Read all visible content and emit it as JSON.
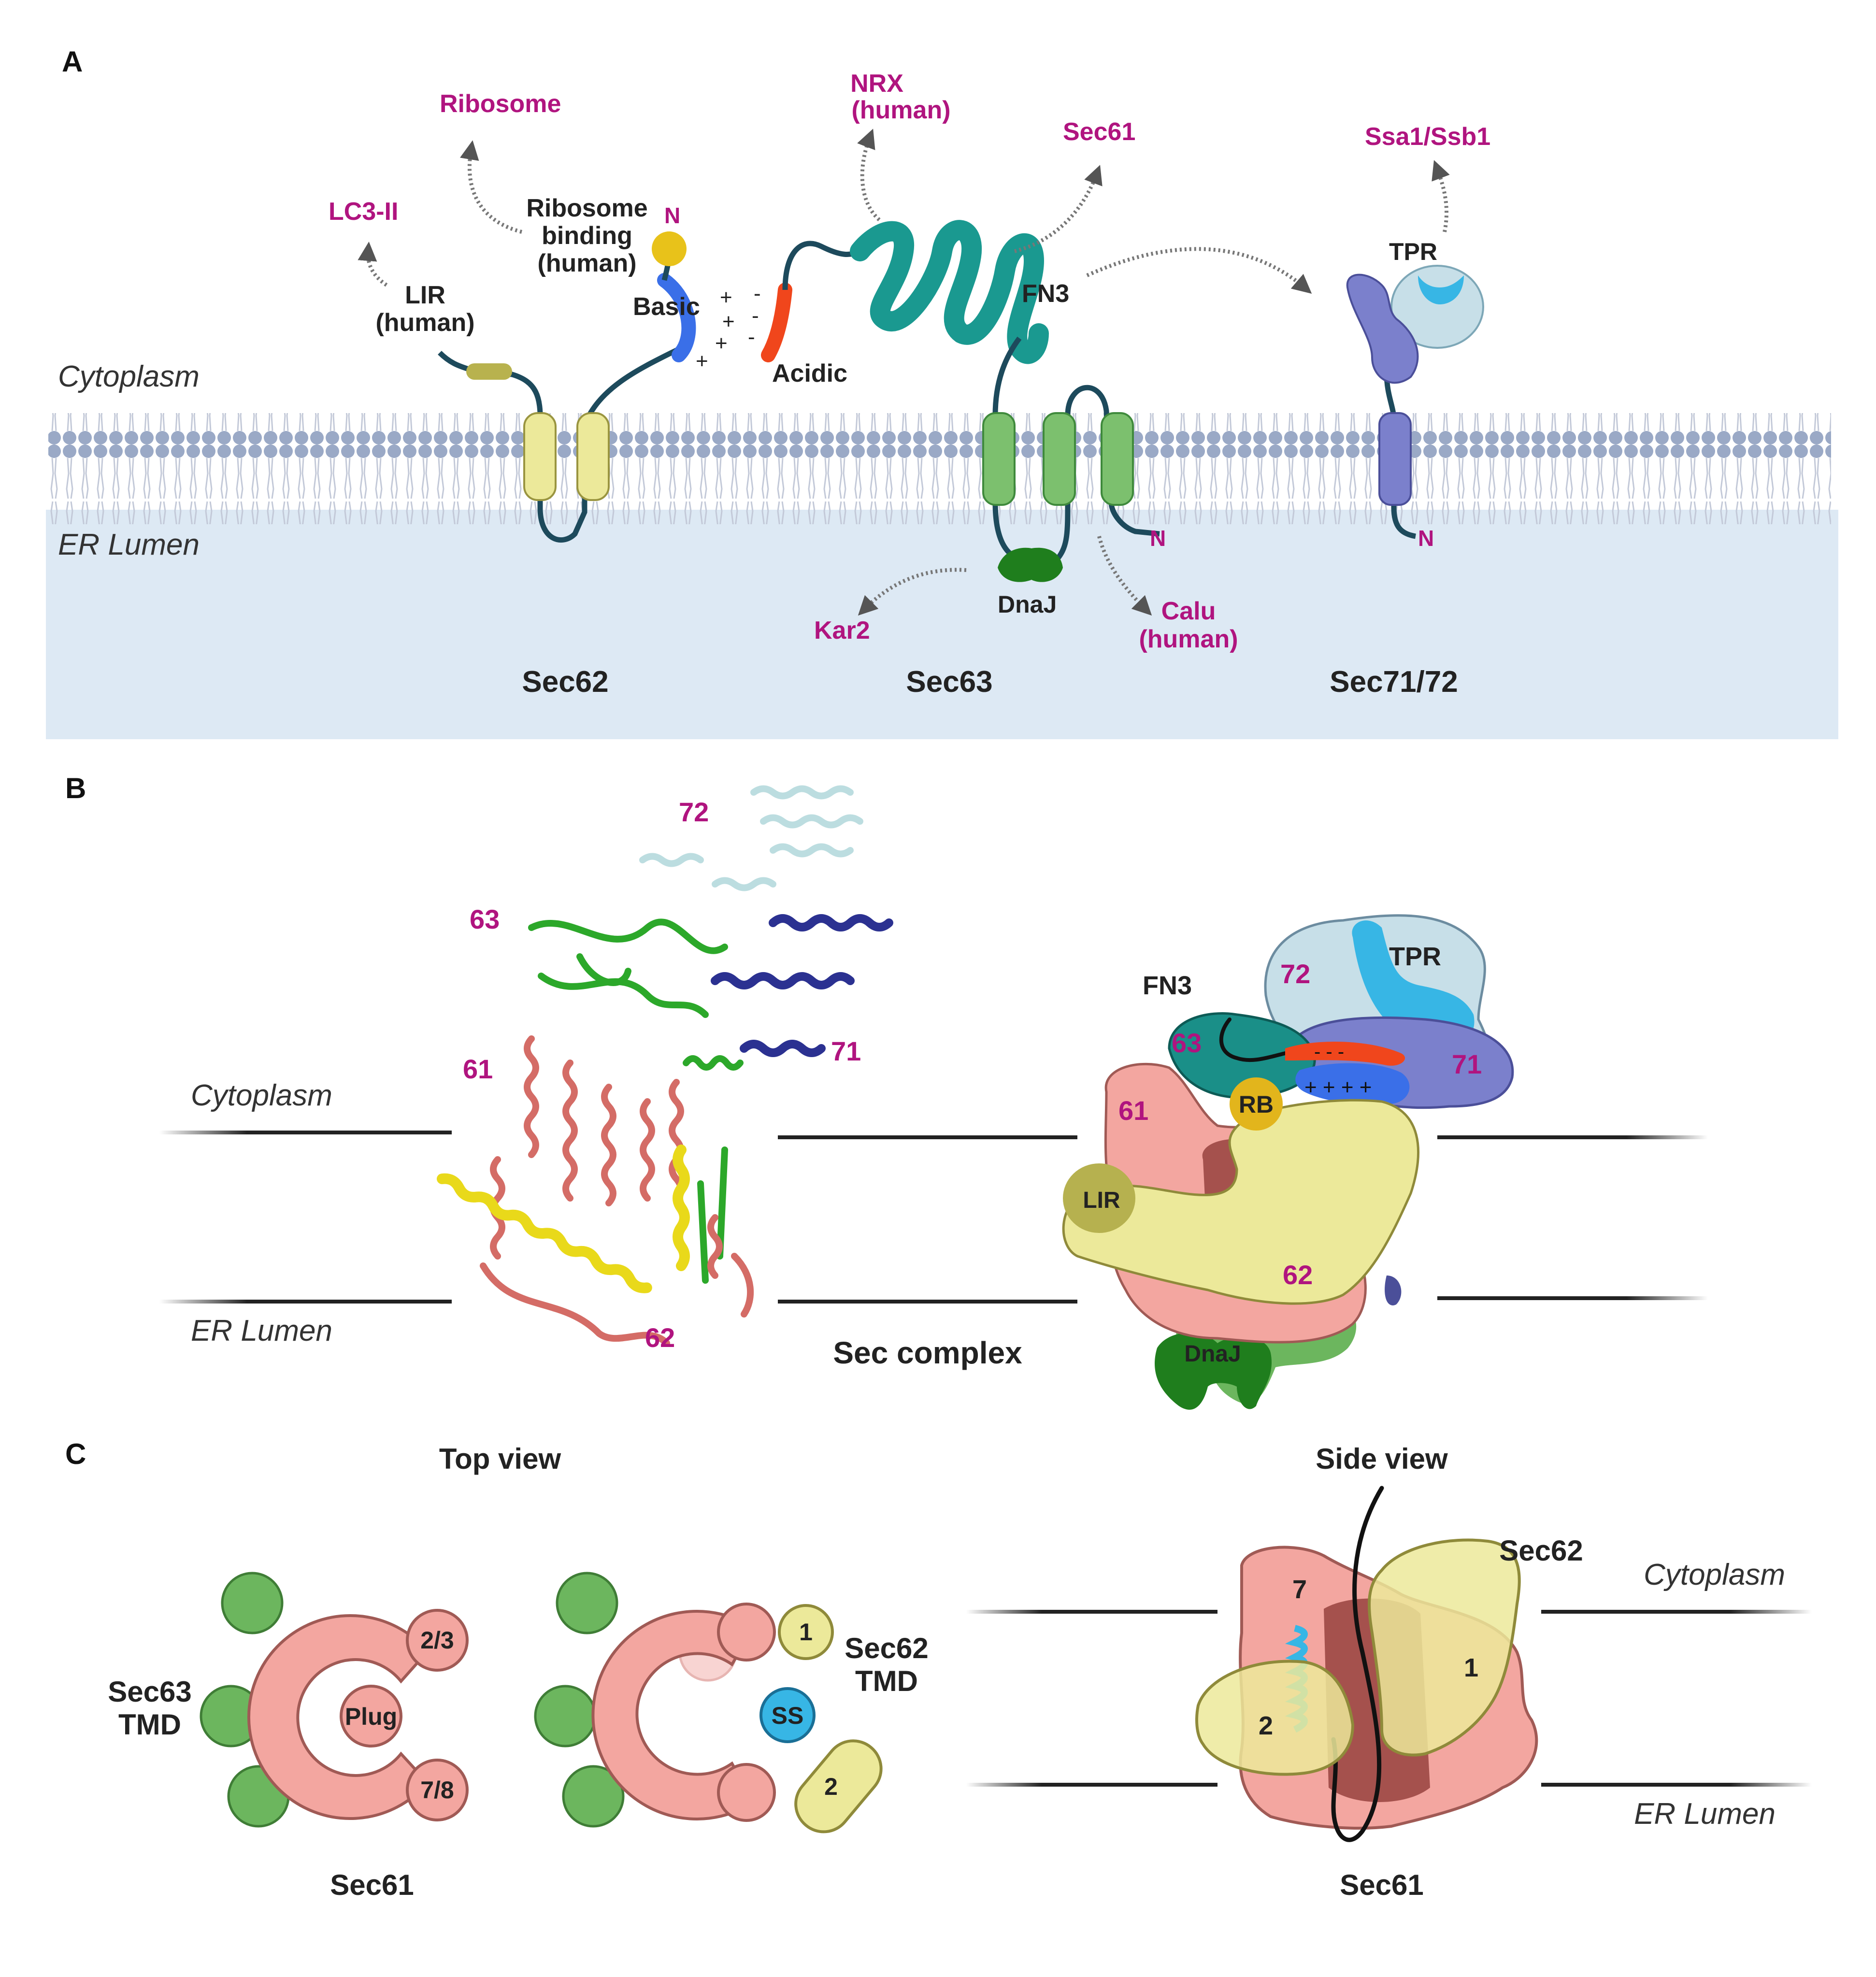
{
  "panel_a": {
    "letter": "A",
    "cytoplasm": "Cytoplasm",
    "er_lumen": "ER Lumen",
    "ribosome": "Ribosome",
    "lc3": "LC3-II",
    "nrx": "NRX",
    "nrx_human": "(human)",
    "sec61": "Sec61",
    "ssa": "Ssa1/Ssb1",
    "rb_line1": "Ribosome",
    "rb_line2": "binding",
    "rb_line3": "(human)",
    "lir": "LIR",
    "lir_human": "(human)",
    "basic": "Basic",
    "acidic": "Acidic",
    "fn3": "FN3",
    "tpr": "TPR",
    "n_term": "N",
    "dnaj": "DnaJ",
    "kar2": "Kar2",
    "calu": "Calu",
    "calu_human": "(human)",
    "sec62": "Sec62",
    "sec63": "Sec63",
    "sec7172": "Sec71/72"
  },
  "panel_b": {
    "letter": "B",
    "cytoplasm": "Cytoplasm",
    "er_lumen": "ER Lumen",
    "n72": "72",
    "n63": "63",
    "n61": "61",
    "n71": "71",
    "n62": "62",
    "sec_complex": "Sec complex",
    "fn3": "FN3",
    "tpr": "TPR",
    "rb": "RB",
    "lir": "LIR",
    "dnaj": "DnaJ"
  },
  "panel_c": {
    "letter": "C",
    "top_view": "Top view",
    "side_view": "Side view",
    "sec63": "Sec63",
    "tmd": "TMD",
    "plug": "Plug",
    "h23": "2/3",
    "h78": "7/8",
    "sec61": "Sec61",
    "one": "1",
    "two": "2",
    "ss": "SS",
    "sec62": "Sec62",
    "seven": "7",
    "cytoplasm": "Cytoplasm",
    "er_lumen": "ER Lumen"
  },
  "colors": {
    "magenta": "#b0147f",
    "sec62_yellow": "#ece99a",
    "sec63_green": "#7cc06e",
    "sec61_pink": "#f3a6a0",
    "sec71_purple": "#7b80cc",
    "sec72_lightblue": "#c7dfe8",
    "tpr_cyan": "#37b6e5",
    "fn3_teal": "#1a9990",
    "basic_blue": "#3a6fe8",
    "acidic_red": "#f0461c",
    "lumen_blue": "#dde9f4"
  }
}
